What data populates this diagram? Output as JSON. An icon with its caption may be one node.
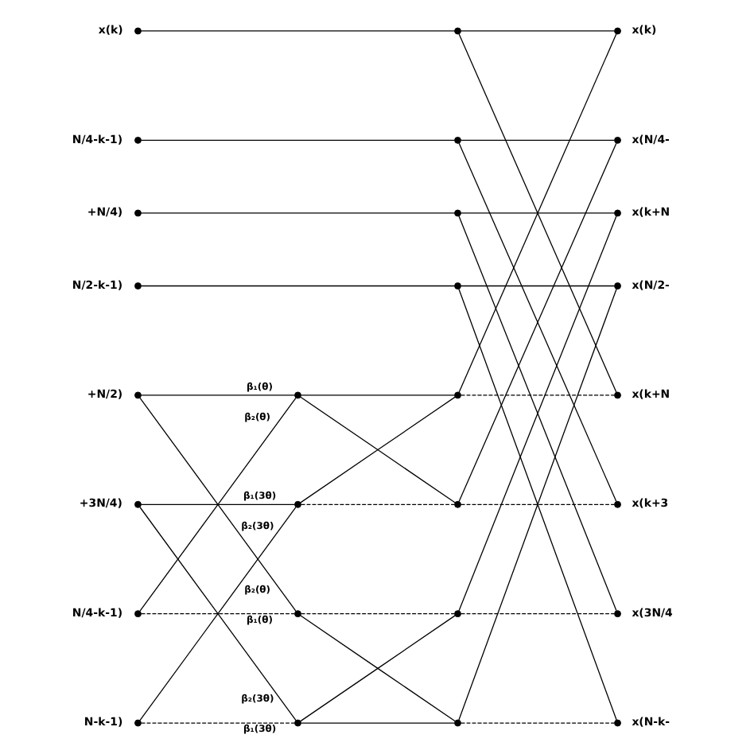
{
  "diagram": {
    "nodes": [
      {
        "text": [],
        "shape": "circle",
        "beside": [
          "x(k)"
        ]
      },
      {
        "text": [],
        "shape": "circle",
        "beside": [
          "N/4-k-1)"
        ]
      },
      {
        "text": [],
        "shape": "circle",
        "beside": [
          "+N/4)"
        ]
      },
      {
        "text": [],
        "shape": "circle",
        "beside": [
          "N/2-k-1)"
        ]
      },
      {
        "text": [],
        "shape": "circle",
        "beside": [
          "+N/2)"
        ]
      },
      {
        "text": [],
        "shape": "circle",
        "beside": [
          "+3N/4)"
        ]
      },
      {
        "text": [],
        "shape": "circle",
        "beside": [
          "N/4-k-1)"
        ]
      },
      {
        "text": [],
        "shape": "circle",
        "beside": [
          "N-k-1)"
        ]
      },
      {
        "text": [],
        "shape": "circle"
      },
      {
        "text": [],
        "shape": "circle"
      },
      {
        "text": [],
        "shape": "circle"
      },
      {
        "text": [],
        "shape": "circle"
      },
      {
        "text": [],
        "shape": "circle"
      },
      {
        "text": [],
        "shape": "circle"
      },
      {
        "text": [],
        "shape": "circle"
      },
      {
        "text": [],
        "shape": "circle"
      },
      {
        "text": [],
        "shape": "circle"
      },
      {
        "text": [],
        "shape": "circle"
      },
      {
        "text": [],
        "shape": "circle"
      },
      {
        "text": [],
        "shape": "circle"
      },
      {
        "text": [],
        "shape": "circle",
        "beside": [
          "x(k)"
        ]
      },
      {
        "text": [],
        "shape": "circle",
        "beside": [
          "x(N/4-"
        ]
      },
      {
        "text": [],
        "shape": "circle",
        "beside": [
          "x(k+N"
        ]
      },
      {
        "text": [],
        "shape": "circle",
        "beside": [
          "x(N/2-"
        ]
      },
      {
        "text": [],
        "shape": "circle",
        "beside": [
          "x(k+N"
        ]
      },
      {
        "text": [],
        "shape": "circle",
        "beside": [
          "x(k+3"
        ]
      },
      {
        "text": [],
        "shape": "circle",
        "beside": [
          "x(3N/4"
        ]
      },
      {
        "text": [],
        "shape": "circle",
        "beside": [
          "x(N-k-"
        ]
      }
    ],
    "edges": [
      {
        "from": 4,
        "to": 8,
        "arrow": "none",
        "label": "β₁(θ)"
      },
      {
        "from": 4,
        "to": 10,
        "arrow": "none",
        "label": "β₂(θ)"
      },
      {
        "from": 5,
        "to": 9,
        "arrow": "none",
        "label": "β₁(3θ)"
      },
      {
        "from": 5,
        "to": 11,
        "arrow": "none",
        "label": "β₂(3θ)"
      },
      {
        "from": 6,
        "to": 8,
        "arrow": "none",
        "label": "β₂(θ)"
      },
      {
        "from": 6,
        "to": 10,
        "arrow": "none",
        "label": "β₁(θ)",
        "style": "dashed"
      },
      {
        "from": 7,
        "to": 9,
        "arrow": "none",
        "label": "β₂(3θ)"
      },
      {
        "from": 7,
        "to": 11,
        "arrow": "none",
        "label": "β₁(3θ)",
        "style": "dashed"
      },
      {
        "from": 0,
        "to": 12,
        "arrow": "none"
      },
      {
        "from": 1,
        "to": 13,
        "arrow": "none"
      },
      {
        "from": 2,
        "to": 14,
        "arrow": "none"
      },
      {
        "from": 3,
        "to": 15,
        "arrow": "none"
      },
      {
        "from": 8,
        "to": 16,
        "arrow": "none"
      },
      {
        "from": 8,
        "to": 17,
        "arrow": "none"
      },
      {
        "from": 9,
        "to": 16,
        "arrow": "none"
      },
      {
        "from": 9,
        "to": 17,
        "arrow": "none",
        "style": "dashed"
      },
      {
        "from": 10,
        "to": 18,
        "arrow": "none",
        "style": "dashed"
      },
      {
        "from": 10,
        "to": 19,
        "arrow": "none"
      },
      {
        "from": 11,
        "to": 18,
        "arrow": "none"
      },
      {
        "from": 11,
        "to": 19,
        "arrow": "none"
      },
      {
        "from": 12,
        "to": 20,
        "arrow": "none"
      },
      {
        "from": 12,
        "to": 24,
        "arrow": "none"
      },
      {
        "from": 13,
        "to": 21,
        "arrow": "none"
      },
      {
        "from": 13,
        "to": 25,
        "arrow": "none"
      },
      {
        "from": 14,
        "to": 22,
        "arrow": "none"
      },
      {
        "from": 14,
        "to": 26,
        "arrow": "none"
      },
      {
        "from": 15,
        "to": 23,
        "arrow": "none"
      },
      {
        "from": 15,
        "to": 27,
        "arrow": "none"
      },
      {
        "from": 16,
        "to": 20,
        "arrow": "none"
      },
      {
        "from": 16,
        "to": 24,
        "arrow": "none",
        "style": "dashed"
      },
      {
        "from": 17,
        "to": 21,
        "arrow": "none"
      },
      {
        "from": 17,
        "to": 25,
        "arrow": "none",
        "style": "dashed"
      },
      {
        "from": 18,
        "to": 22,
        "arrow": "none"
      },
      {
        "from": 18,
        "to": 26,
        "arrow": "none",
        "style": "dashed"
      },
      {
        "from": 19,
        "to": 23,
        "arrow": "none"
      },
      {
        "from": 19,
        "to": 27,
        "arrow": "none",
        "style": "dashed"
      }
    ]
  }
}
